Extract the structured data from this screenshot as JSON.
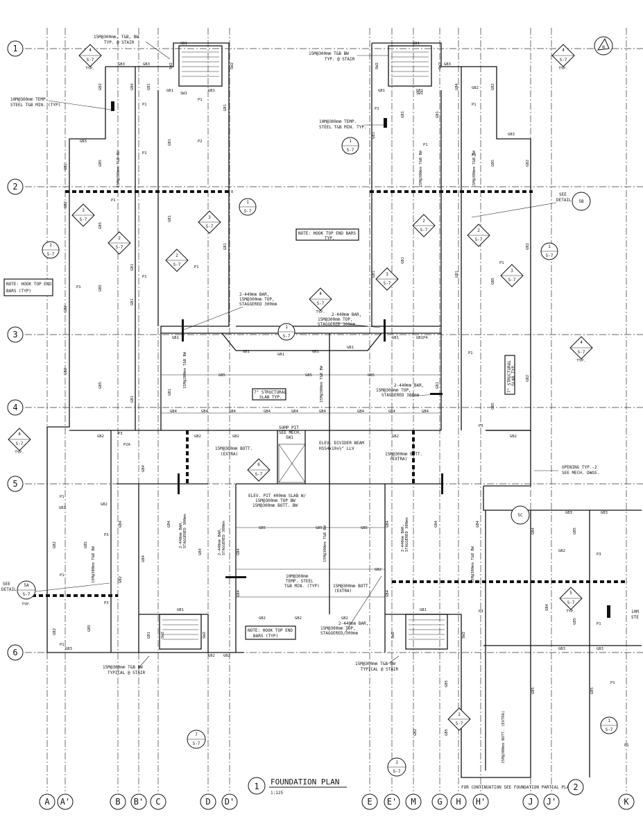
{
  "title": {
    "number": "1",
    "name": "FOUNDATION PLAN",
    "scale": "1:125"
  },
  "north_label": "N",
  "continuation": {
    "text": "FOR CONTINUATION SEE FOUNDATION PARTIAL PLAN",
    "bubble": "2"
  },
  "grid": {
    "columns": [
      "A",
      "A'",
      "B",
      "B'",
      "C",
      "D",
      "D'",
      "E",
      "E'",
      "M",
      "G",
      "H",
      "H'",
      "J",
      "J'",
      "K"
    ],
    "rows": [
      "1",
      "2",
      "3",
      "4",
      "5",
      "6"
    ]
  },
  "notes": {
    "rebar_15m_tb_bw": "15M@300mm, T&B, BW",
    "typ_at_stair": "TYP. @ STAIR",
    "rebar_15m_tb_bw_b": "15M@300mm T&B BW",
    "typ_at_stair_b": "TYP. @ STAIR",
    "temp_steel": "10M@300mm TEMP.",
    "temp_steel_2": "STEEL T&B MIN. (TYP)",
    "temp_steel_b": "10M@300mm TEMP.",
    "temp_steel_b2": "STEEL T&B MIN. TYP.",
    "hook_top_end_1": "NOTE: HOOK TOP END",
    "hook_top_end_1b": "BARS (TYP)",
    "hook_top_end_2": "NOTE: HOOK TOP END BARS",
    "hook_top_end_2b": "TYP.",
    "hook_top_end_3": "NOTE: HOOK TOP END",
    "hook_top_end_3b": "BARS (TYP)",
    "bar_a1": "2-440mm BAR,",
    "bar_a2": "15M@300mm TOP,",
    "bar_a3": "STAGGERED 300mm",
    "bar_b1": "2-440mm BAR,",
    "bar_b2": "15M@300mm TOP,",
    "bar_b3": "STAGGERED 300mm",
    "bar_c1": "2-440mm BAR,",
    "bar_c2": "15M@300mm TOP,",
    "bar_c3": "STAGGERED 300mm",
    "bar_d1": "2-440mm BAR,",
    "bar_d2": "15M@300mm TOP,",
    "bar_d3": "STAGGERED 300mm",
    "structural_slab_1": "7\" STRUCTURAL",
    "structural_slab_1b": "SLAB TYP.",
    "structural_slab_2": "7\" STRUCTURAL",
    "structural_slab_2b": "SLAB TYP.",
    "sump_pit": "SUMP PIT",
    "see_mech": "SEE MECH.",
    "sw1": "SW1",
    "elev_divider": "ELEV. DIVIDER BEAM",
    "elev_divider_b": "HSS4x10x½\" LLV",
    "bott_extra_1": "15M@300mm BOTT.",
    "bott_extra_1b": "(EXTRA)",
    "bott_extra_2": "15M@300mm BOTT.",
    "bott_extra_2b": "(EXTRA)",
    "bott_extra_3": "15M@300mm BOTT.",
    "bott_extra_3b": "(EXTRA)",
    "elev_pit_1": "ELEV. PIT 400mm SLAB W/",
    "elev_pit_2": "15M@300mm TOP BW",
    "elev_pit_3": "15M@300mm BOTT. BW",
    "temp_steel_c": "10M@300mm",
    "temp_steel_c2": "TEMP. STEEL",
    "temp_steel_c3": "T&B MIN. (TYP)",
    "opening_1": "OPENING TYP.-2",
    "opening_2": "SEE MECH. DWGS.",
    "see_detail": "SEE",
    "see_detail_b": "DETAIL",
    "see_detail_c": "SEE",
    "see_detail_d": "DETAIL",
    "typical_stair_1": "15M@300mm T&B BW",
    "typical_stair_1b": "TYPICAL @ STAIR",
    "typical_stair_2": "15M@300mm T&B BW",
    "typical_stair_2b": "TYPICAL @ STAIR",
    "bott_extra_4": "15M@300mm BOTT. (EXTRA)",
    "edge_10m": "10M",
    "edge_ste": "STE"
  },
  "detail_bubbles": [
    {
      "num": "4",
      "sheet": "S-7",
      "tag": "TYP."
    },
    {
      "num": "1",
      "sheet": "S-7",
      "tag": ""
    },
    {
      "num": "3",
      "sheet": "S-7",
      "tag": ""
    },
    {
      "num": "2",
      "sheet": "S-7",
      "tag": ""
    },
    {
      "num": "5B",
      "sheet": "",
      "tag": ""
    },
    {
      "num": "5A",
      "sheet": "S-7",
      "tag": "TYP."
    },
    {
      "num": "5C",
      "sheet": "",
      "tag": ""
    },
    {
      "num": "5",
      "sheet": "S-7",
      "tag": "TYP."
    },
    {
      "num": "6",
      "sheet": "S-7",
      "tag": ""
    },
    {
      "num": "7",
      "sheet": "S-7",
      "tag": ""
    }
  ],
  "beam_tags": [
    "GB1",
    "GB2",
    "GB3",
    "GB4",
    "GB5",
    "P1",
    "P2",
    "P3",
    "P4",
    "P2A",
    "SW1",
    "SW2"
  ]
}
